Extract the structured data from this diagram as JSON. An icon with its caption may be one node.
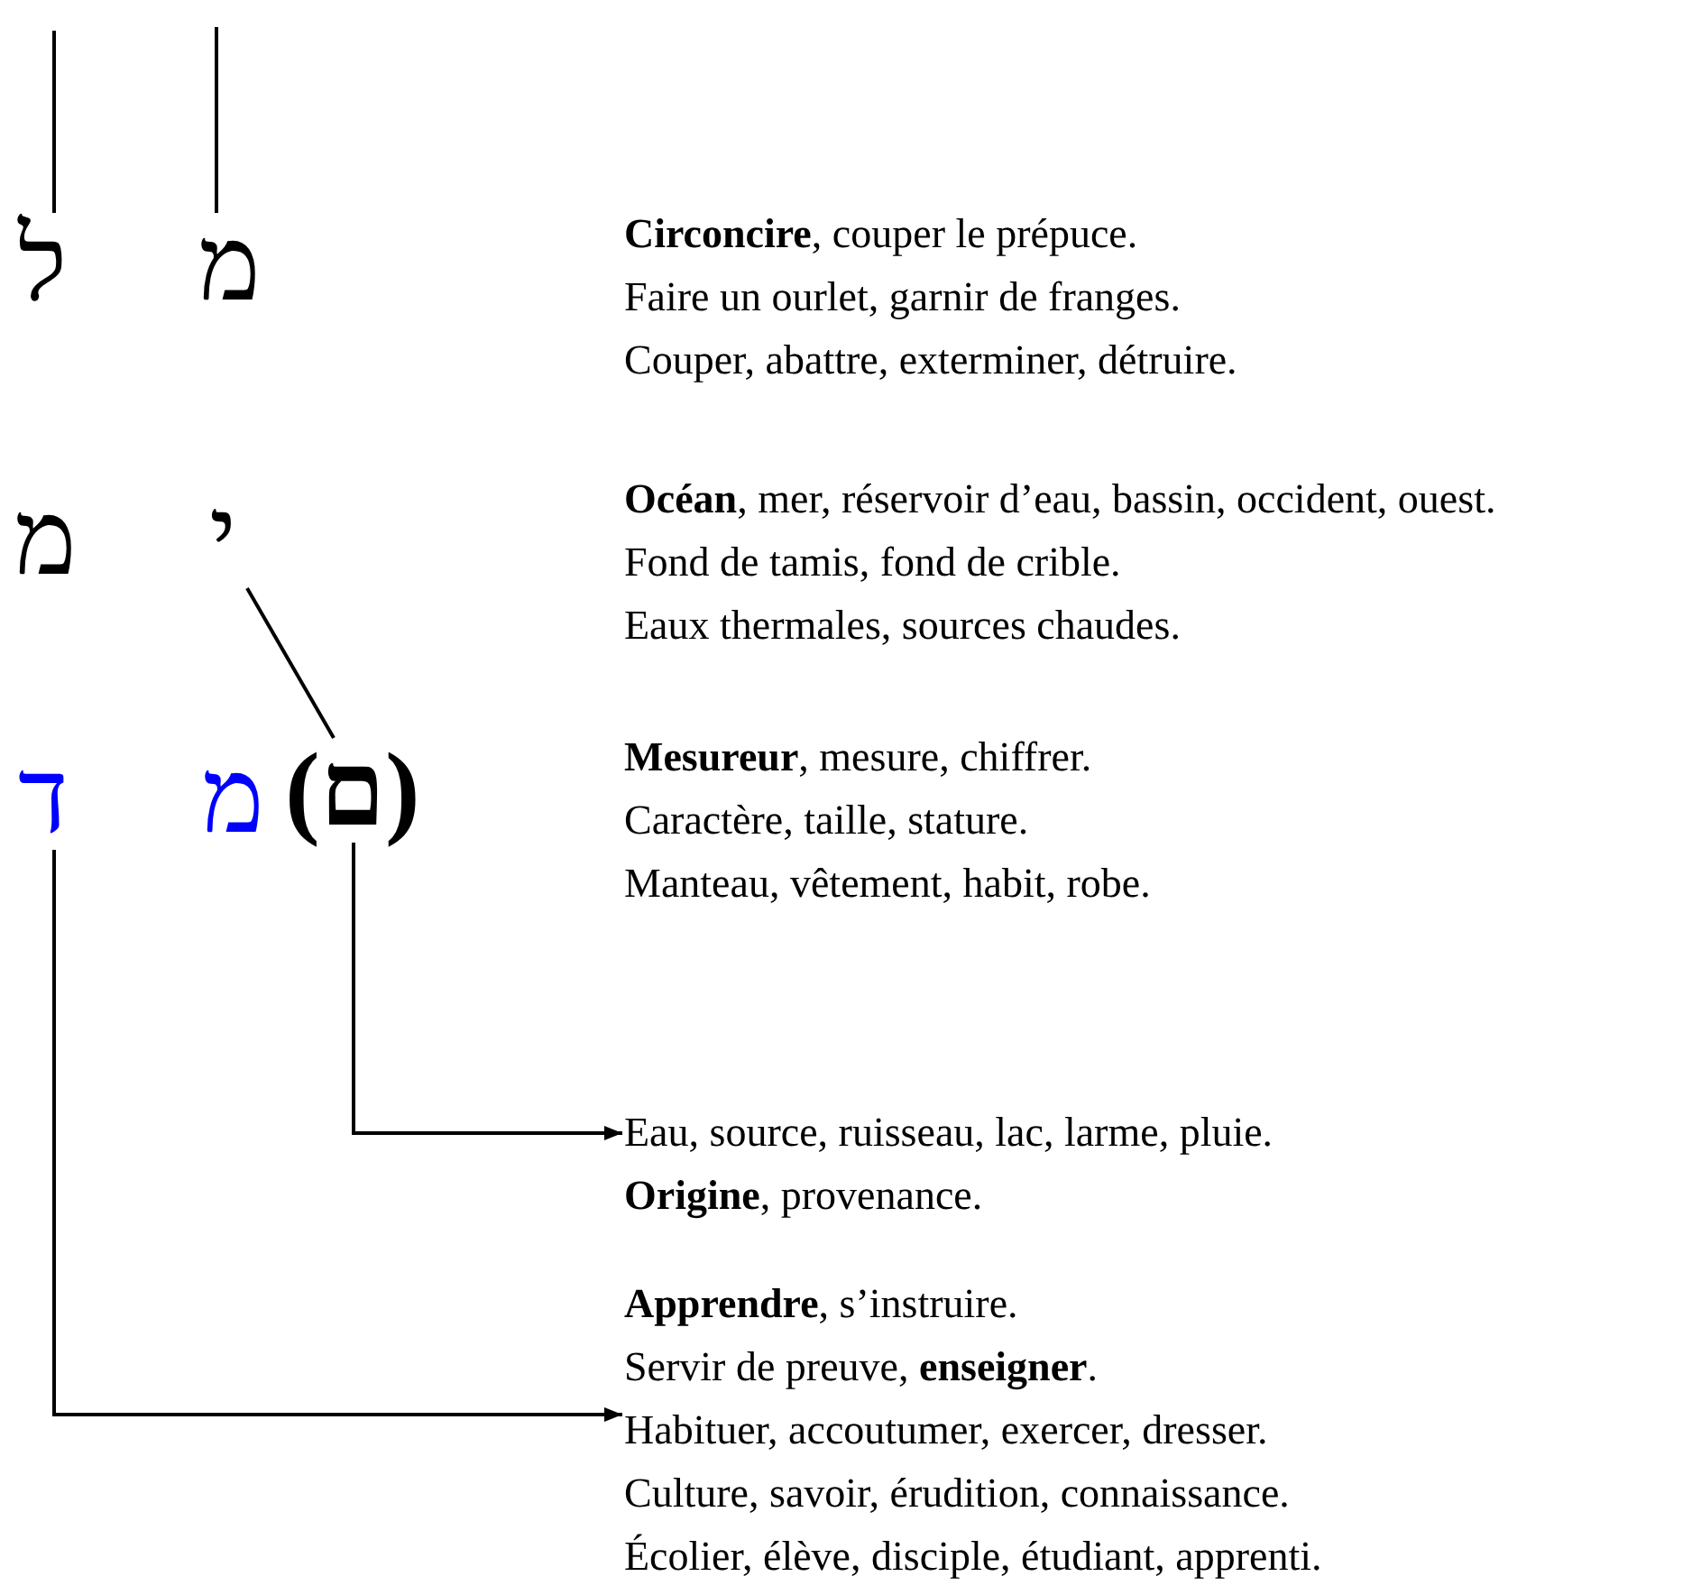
{
  "diagram": {
    "nodes": [
      {
        "text": [
          "ל"
        ]
      },
      {
        "text": [
          "מ"
        ]
      },
      {
        "text": [
          "**Circoncire**, couper le prépuce.",
          "Faire un ourlet, garnir de franges.",
          "Couper, abattre, exterminer, détruire."
        ]
      },
      {
        "text": [
          "מ"
        ]
      },
      {
        "text": [
          "י"
        ]
      },
      {
        "text": [
          "**Océan**, mer, réservoir d’eau, bassin, occident, ouest.",
          "Fond de tamis, fond de crible.",
          "Eaux thermales, sources chaudes."
        ]
      },
      {
        "text": [
          "ד"
        ]
      },
      {
        "text": [
          "מ"
        ]
      },
      {
        "text": [
          "(ם)"
        ]
      },
      {
        "text": [
          "**Mesureur**, mesure, chiffrer.",
          "Caractère, taille, stature.",
          "Manteau, vêtement, habit, robe."
        ]
      },
      {
        "text": [
          "Eau, source, ruisseau, lac, larme, pluie.",
          "**Origine**, provenance."
        ]
      },
      {
        "text": [
          "**Apprendre**, s’instruire.",
          "Servir de preuve, **enseigner**.",
          "Habituer, accoutumer, exercer, dresser.",
          "Culture, savoir, érudition, connaissance.",
          "Écolier, élève, disciple, étudiant, apprenti."
        ]
      }
    ],
    "edges": [
      {
        "from": null,
        "to": 0,
        "arrow": "none"
      },
      {
        "from": null,
        "to": 1,
        "arrow": "none"
      },
      {
        "from": 4,
        "to": 8,
        "arrow": "none"
      },
      {
        "from": 8,
        "to": 10,
        "arrow": "to"
      },
      {
        "from": 6,
        "to": 11,
        "arrow": "to"
      }
    ]
  }
}
